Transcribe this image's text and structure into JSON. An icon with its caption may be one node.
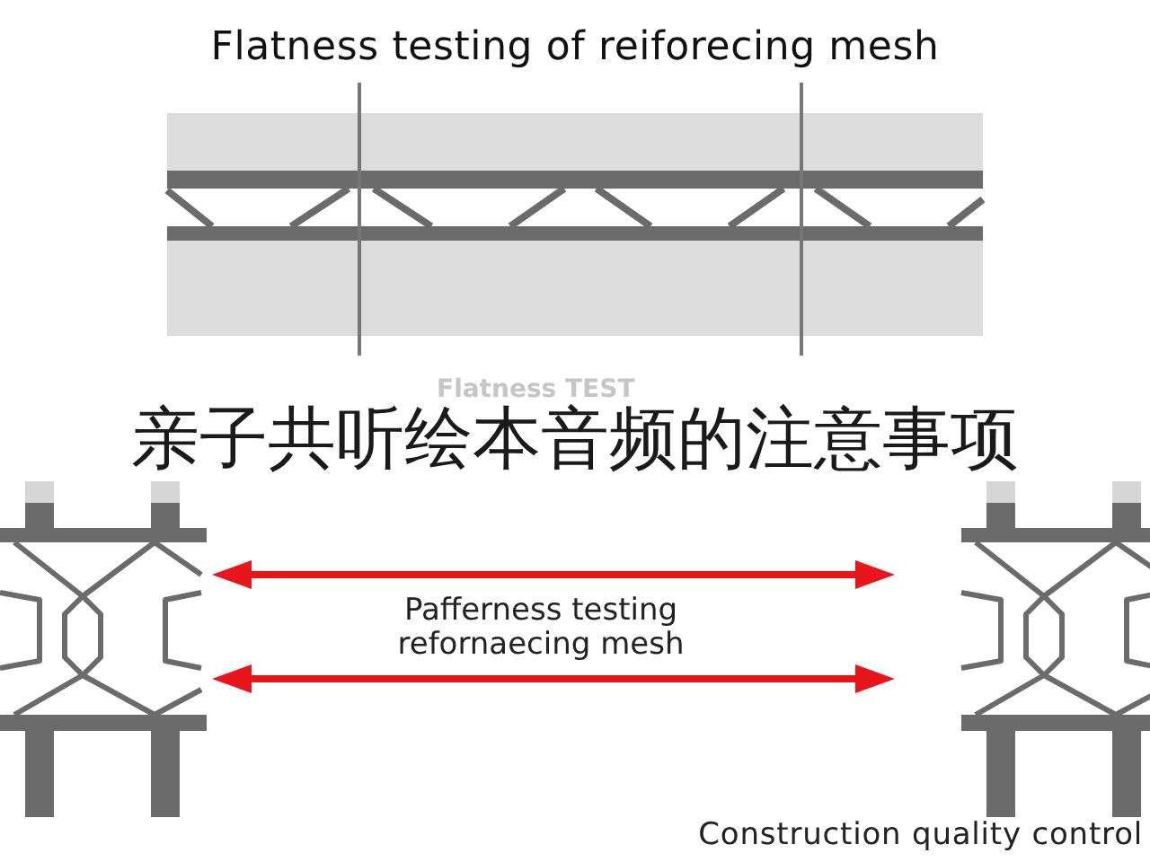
{
  "diagram": {
    "title": "Flatness testing of reiforecing mesh",
    "labels": [
      "Flatness TEST",
      "亲子共听绘本音频的注意事项",
      "Pafferness testing refornaecing mesh",
      "Construction quality control"
    ]
  }
}
